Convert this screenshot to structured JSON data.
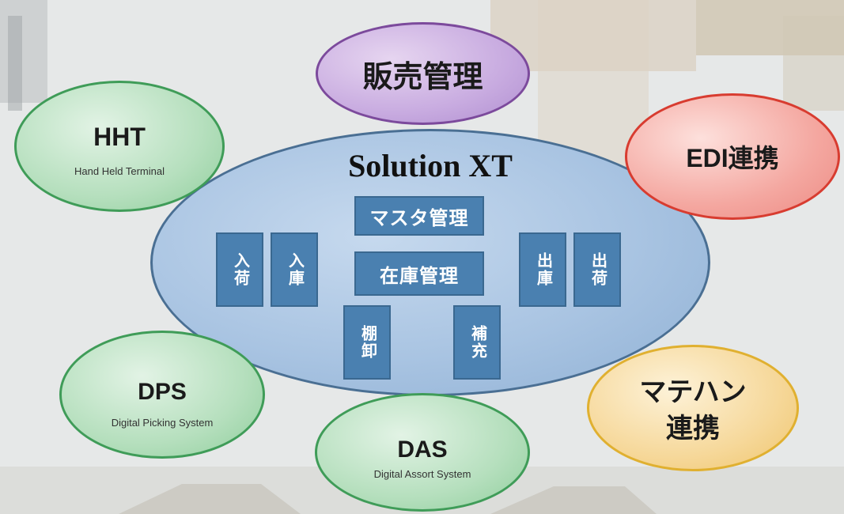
{
  "center": {
    "title": "Solution XT",
    "modules": {
      "master": "マスタ管理",
      "inventory": "在庫管理",
      "nyuka": "入荷",
      "nyuko": "入庫",
      "shukko": "出庫",
      "shukka": "出荷",
      "tanaoroshi": "棚卸",
      "hoju": "補充"
    }
  },
  "nodes": {
    "hanbai": {
      "title": "販売管理"
    },
    "hht": {
      "title": "HHT",
      "subtitle": "Hand Held Terminal"
    },
    "edi": {
      "title": "EDI連携"
    },
    "dps": {
      "title": "DPS",
      "subtitle": "Digital Picking System"
    },
    "das": {
      "title": "DAS",
      "subtitle": "Digital Assort System"
    },
    "matehan": {
      "title_line1": "マテハン",
      "title_line2": "連携"
    }
  },
  "colors": {
    "core": "#4a80b0",
    "purple": "#7c4a9c",
    "green": "#3f9c58",
    "red": "#d83c30",
    "yellow": "#e0b030"
  }
}
